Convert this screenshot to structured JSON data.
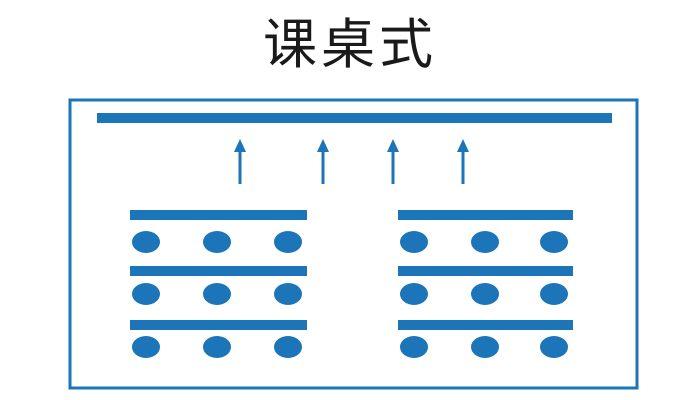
{
  "title": "课桌式",
  "colors": {
    "primary": "#1b75b8",
    "background": "#ffffff",
    "text": "#1a1a1a"
  },
  "diagram": {
    "type": "classroom-seating-layout",
    "front_board": 1,
    "arrows_toward_front": 4,
    "desk_groups": [
      {
        "rows": 3,
        "seats_per_row": 3
      },
      {
        "rows": 3,
        "seats_per_row": 3
      }
    ]
  }
}
